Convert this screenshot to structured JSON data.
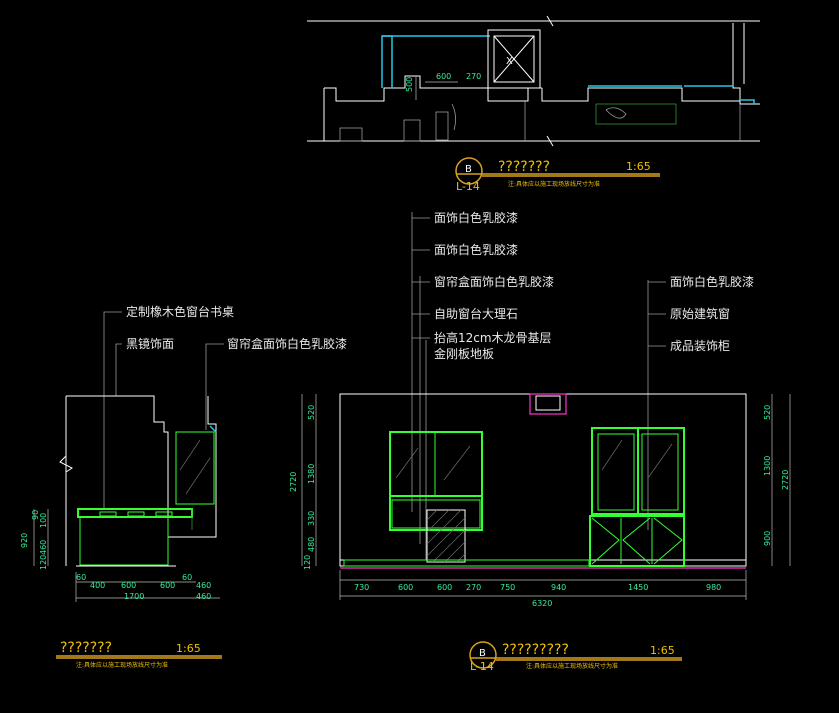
{
  "top_view": {
    "title": "???????",
    "scale": "1:65",
    "note": "注:具体应以施工现场放线尺寸为准",
    "tag": {
      "letter": "B",
      "ref": "L-14"
    },
    "dims": {
      "d600": "600",
      "d270": "270",
      "d500": "500"
    }
  },
  "left_view": {
    "title": "???????",
    "scale": "1:65",
    "note": "注:具体应以施工现场放线尺寸为准",
    "labels": {
      "desk": "定制橡木色窗台书桌",
      "mirror": "黑镜饰面",
      "curtain_box": "窗帘盒面饰白色乳胶漆"
    },
    "dims_bottom": [
      "60",
      "400",
      "600",
      "600",
      "60",
      "460"
    ],
    "dim_total": "1700",
    "dim_side": "460",
    "dims_vertical": [
      "920",
      "90",
      "100",
      "460",
      "120"
    ]
  },
  "main_view": {
    "title": "?????????",
    "scale": "1:65",
    "note": "注:具体应以施工现场放线尺寸为准",
    "tag": {
      "letter": "B",
      "ref": "L-14"
    },
    "labels_left": [
      "面饰白色乳胶漆",
      "面饰白色乳胶漆",
      "窗帘盒面饰白色乳胶漆",
      "自助窗台大理石",
      "抬高12cm木龙骨基层",
      "金刚板地板"
    ],
    "labels_right": [
      "面饰白色乳胶漆",
      "原始建筑窗",
      "成品装饰柜"
    ],
    "dims_bottom": [
      "730",
      "600",
      "600",
      "270",
      "750",
      "940",
      "1450",
      "980"
    ],
    "dim_total": "6320",
    "dims_left": [
      "520",
      "1380",
      "330",
      "480",
      "120"
    ],
    "dim_left_total": "2720",
    "dims_right": [
      "520",
      "1300",
      "900"
    ],
    "dim_right_total": "2720"
  }
}
